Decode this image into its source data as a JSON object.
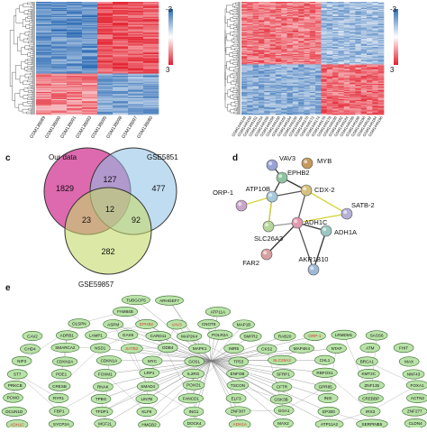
{
  "panels": {
    "c": "c",
    "d": "d",
    "e": "e"
  },
  "heatmap_left": {
    "legend_top": "-3",
    "legend_bottom": "3",
    "samples": [
      "GSM138089",
      "GSM138090",
      "GSM138091",
      "GSM138093",
      "GSM138095",
      "GSM138098",
      "GSM138097",
      "GSM138080"
    ]
  },
  "heatmap_right": {
    "legend_top": "-3",
    "legend_bottom": "3",
    "samples": [
      "GSM1446148",
      "GSM1446150",
      "GSM1446152",
      "GSM1446154",
      "GSM1446156",
      "GSM1446158",
      "GSM1446160",
      "GSM1446162",
      "GSM1446164",
      "GSM1446166",
      "GSM1446168",
      "GSM1446170",
      "GSM1446172",
      "GSM1446174",
      "GSM1446176",
      "GSM1446178",
      "GSM1446180",
      "GSM1446182",
      "GSM1446184",
      "GSM1446186",
      "GSM1446188",
      "GSM1446190",
      "GSM1446192",
      "GSM1446194",
      "GSM1446196"
    ]
  },
  "venn": {
    "labels": {
      "ours": "Our data",
      "gse5851": "GSE5851",
      "gse59857": "GSE59857"
    },
    "regions": {
      "ours_only": "1829",
      "ours_gse5851": "127",
      "gse5851_only": "477",
      "center": "12",
      "ours_gse59857": "23",
      "gse5851_gse59857": "92",
      "gse59857_only": "282"
    },
    "colors": {
      "ours": "#d5449b",
      "gse5851": "#8dc0e6",
      "gse59857": "#c4d96a"
    }
  },
  "network_d": {
    "nodes": [
      "VAV3",
      "MYB",
      "EPHB2",
      "ORP-1",
      "ATP10B",
      "CDX-2",
      "SATB-2",
      "ADH1C",
      "ADH1A",
      "SLC26A3",
      "FAR2",
      "AKR1B10"
    ]
  },
  "network_e": {
    "nodes": [
      "TUBGCP5",
      "ARHGEF7",
      "FAM84B",
      "ATP11A",
      "OLSPN",
      "ASPM",
      "EPHB2",
      "VAV3",
      "CNOT8",
      "MAP1B",
      "CAV2",
      "ADRB1",
      "LAMP1",
      "GAS6",
      "CARD11",
      "MAP2K4",
      "POLR2A",
      "SMFR2",
      "RAB20",
      "ORP-1",
      "LRMDM1",
      "SASS6",
      "CHD4",
      "SMARCA2",
      "NSD1",
      "SATB2",
      "ODB4",
      "MAPK1",
      "IMR5",
      "CKS2",
      "MAP4K4",
      "NTAP",
      "ATM",
      "FHIT",
      "NIF3",
      "CDKN2A",
      "CDKN1A",
      "MYC",
      "GOSL",
      "TP53",
      "SLC26A3",
      "CHL1",
      "BRCA1",
      "MAX",
      "ST7",
      "PDE1",
      "FOXM1",
      "LRP1",
      "IL2RG",
      "ENFOB",
      "SFRP1",
      "RBFOX1",
      "KMT2C",
      "NNF43",
      "PRKCB",
      "CRESB",
      "RNAK",
      "SMAD4",
      "POXO1",
      "TSCON",
      "CFTR",
      "GPR85",
      "ZNF135",
      "FOXA1",
      "PCMO",
      "RYR1",
      "TPBG",
      "LIN7B",
      "FANCD1",
      "ELF3",
      "GSK3B",
      "INSI",
      "CREBBP",
      "ACTN2",
      "DCUN1D",
      "FBP1",
      "TFDP1",
      "KLF6",
      "ING1",
      "ZNF307",
      "GGA1",
      "EP300",
      "IRX3",
      "ZNF277",
      "ADH1C",
      "SYCP2A",
      "MCF2L",
      "HMGB2",
      "DOCK4",
      "ADH1A",
      "MAX2",
      "ATP11A2",
      "SERPINB5",
      "CLDN4"
    ],
    "highlight_nodes": [
      "EPHB2",
      "VAV3",
      "ORP-1",
      "SATB2",
      "SLC26A3",
      "ADH1C",
      "ADH1A"
    ]
  }
}
